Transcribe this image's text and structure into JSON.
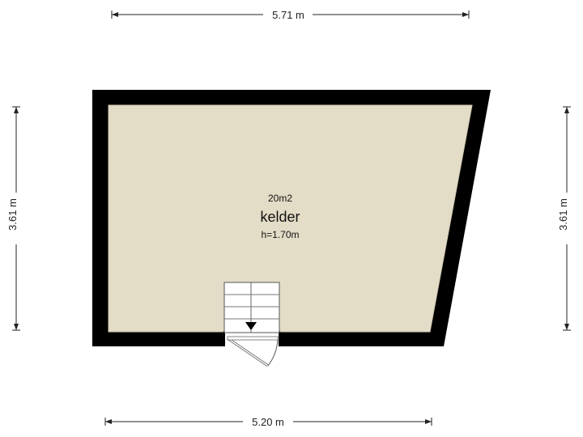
{
  "dimensions": {
    "top": "5.71 m",
    "bottom": "5.20 m",
    "left": "3.61 m",
    "right": "3.61 m"
  },
  "room": {
    "area": "20m2",
    "name": "kelder",
    "height": "h=1.70m"
  },
  "colors": {
    "wall": "#000000",
    "floor": "#e3dcc6",
    "floor_edge": "#c9c2ac",
    "stair_line": "#888888",
    "dim_line": "#222222"
  }
}
